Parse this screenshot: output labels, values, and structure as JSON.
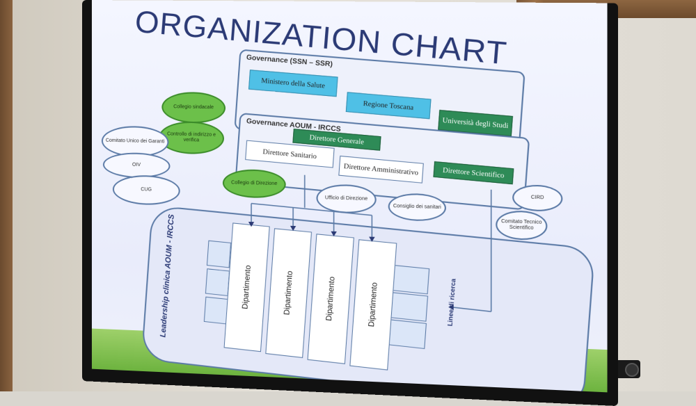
{
  "slide": {
    "title": "ORGANIZATION CHART",
    "governance_ssn": {
      "label": "Governance (SSN – SSR)",
      "ministero": "Ministero della Salute",
      "regione": "Regione Toscana",
      "universita": "Università degli Studi"
    },
    "governance_aoum": {
      "label": "Governance AOUM - IRCCS",
      "direttore_generale": "Direttore Generale",
      "direttore_sanitario": "Direttore Sanitario",
      "direttore_amministrativo": "Direttore Amministrativo",
      "direttore_scientifico": "Direttore Scientifico"
    },
    "ovals": {
      "collegio_sindacale": "Collegio sindacale",
      "controllo": "Controllo di indirizzo e verifica",
      "cug_garanti": "Comitato Unico dei Garanti",
      "oiv": "OIV",
      "cug": "CUG",
      "collegio_direzione": "Collegio di Direzione",
      "ufficio_direzione": "Ufficio di Direzione",
      "consiglio_sanitari": "Consiglio dei sanitari",
      "cird": "CIRD",
      "comitato_tecnico": "Comitato Tecnico Scientifico"
    },
    "leadership_label": "Leadership clinica AOUM - IRCCS",
    "linee_label": "Linee di ricerca",
    "departments": [
      "Dipartimento",
      "Dipartimento",
      "Dipartimento",
      "Dipartimento"
    ]
  },
  "colors": {
    "title": "#2b3a75",
    "teal": "#4fc0e6",
    "dark_green": "#2e8b57",
    "light_green": "#6cc04a",
    "border_blue": "#5b7aa6"
  }
}
